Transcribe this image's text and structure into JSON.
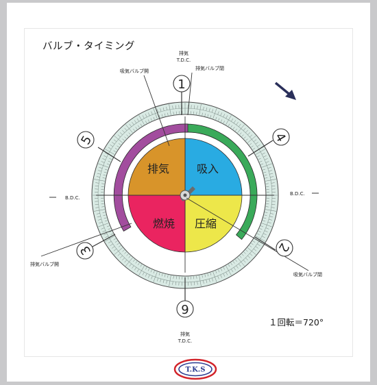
{
  "title": "バルブ・タイミング",
  "rotation_note": "１回転＝720°",
  "sectors": {
    "intake": "吸入",
    "compression": "圧縮",
    "combustion": "燃焼",
    "exhaust": "排気"
  },
  "labels": {
    "top_exhaust": "排気",
    "top_tdc": "T.D.C.",
    "exhaust_valve_close": "排気バルブ閉",
    "intake_valve_open": "吸気バルブ開",
    "bdc_left": "B.D.C.",
    "bdc_right": "B.D.C.",
    "exhaust_valve_open": "排気バルブ開",
    "intake_valve_close": "吸気バルブ閉",
    "bottom_exhaust": "排気",
    "bottom_tdc": "T.D.C."
  },
  "markers": [
    "1",
    "4",
    "2",
    "9",
    "3",
    "5"
  ],
  "logo_text": "T.K.S",
  "colors": {
    "intake": "#29abe2",
    "compression": "#ede74a",
    "combustion": "#ea2460",
    "exhaust": "#d8942a",
    "intake_valve_arc": "#3aaa5a",
    "exhaust_valve_arc": "#a24d9e",
    "dial": "#d9eae4",
    "logo_red": "#d2232a",
    "logo_blue": "#2a3b8f"
  }
}
